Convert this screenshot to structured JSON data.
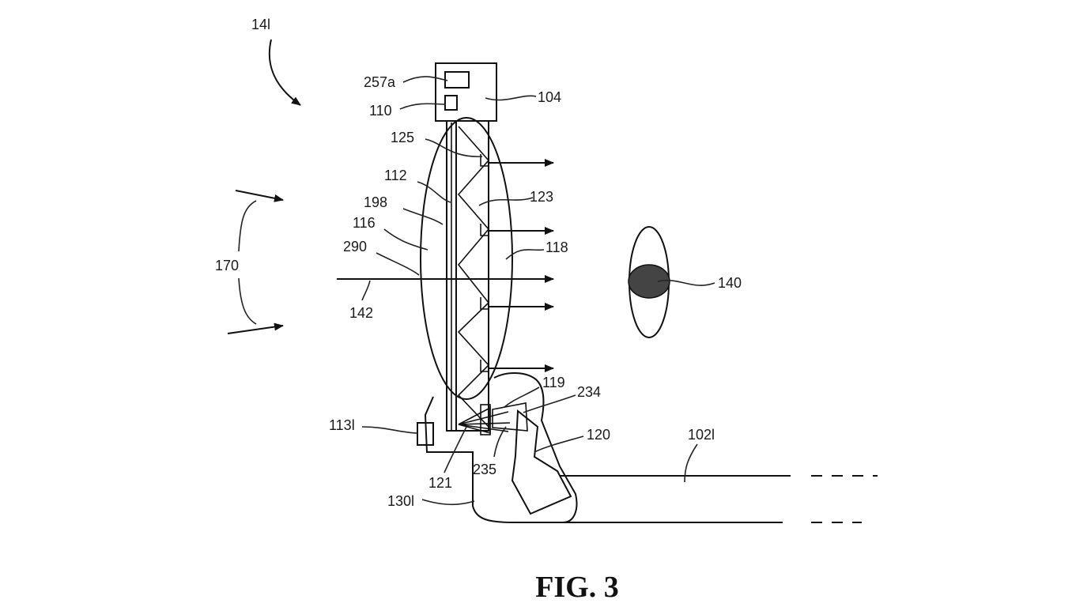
{
  "figure": {
    "caption": "FIG. 3",
    "labels": {
      "l14": "14l",
      "l104": "104",
      "l110": "110",
      "l257a": "257a",
      "l125": "125",
      "l112": "112",
      "l123": "123",
      "l198": "198",
      "l116": "116",
      "l118": "118",
      "l290": "290",
      "l170": "170",
      "l142": "142",
      "l140": "140",
      "l119": "119",
      "l234": "234",
      "l113": "113l",
      "l120": "120",
      "l102": "102l",
      "l235": "235",
      "l121": "121",
      "l130": "130l"
    }
  }
}
